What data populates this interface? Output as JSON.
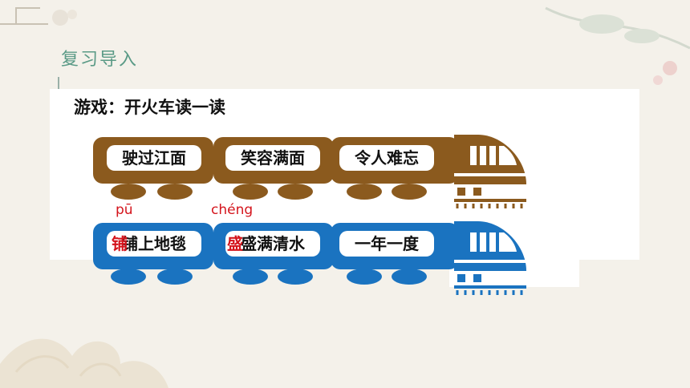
{
  "section_title": "复习导入",
  "game_heading": "游戏：开火车读一读",
  "train_top": {
    "color": "#8b5a1e",
    "words": [
      "驶过江面",
      "笑容满面",
      "令人难忘"
    ]
  },
  "train_bottom": {
    "color": "#1a73c0",
    "words": [
      "铺上地毯",
      "盛满清水",
      "一年一度"
    ],
    "annotations": [
      {
        "pinyin": "pū",
        "char": "铺"
      },
      {
        "pinyin": "chéng",
        "char": "盛"
      }
    ]
  }
}
